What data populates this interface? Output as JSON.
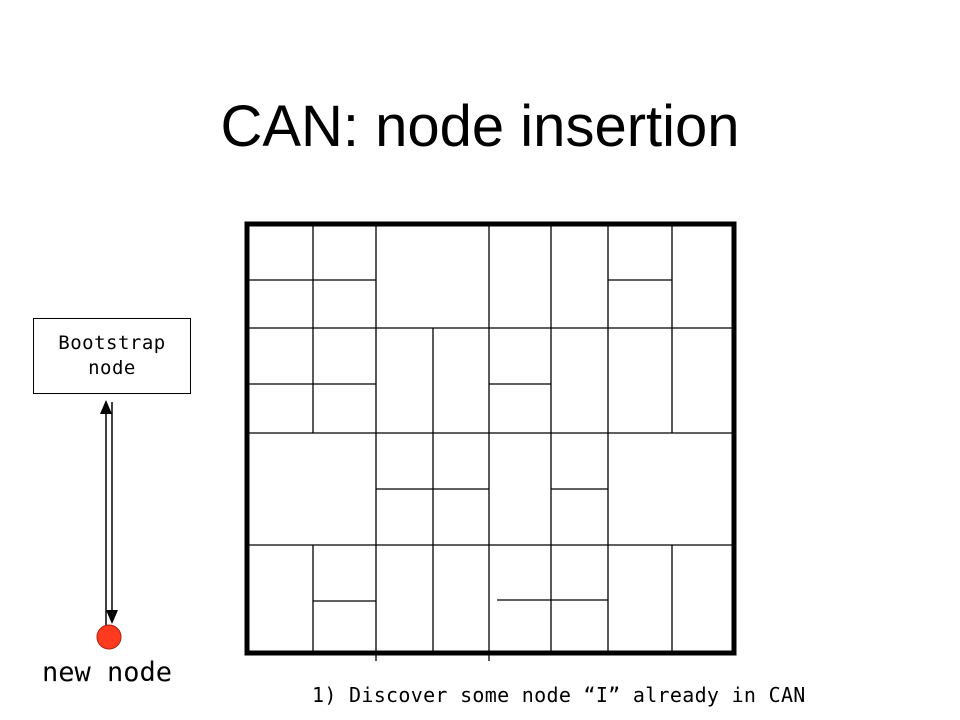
{
  "slide": {
    "title": "CAN: node insertion",
    "bootstrap_label_line1": "Bootstrap",
    "bootstrap_label_line2": "node",
    "new_node_label": "new node",
    "step_caption": "1) Discover some node “I” already in CAN",
    "new_node_color": "#ff3b1f",
    "line_color": "#000000"
  }
}
